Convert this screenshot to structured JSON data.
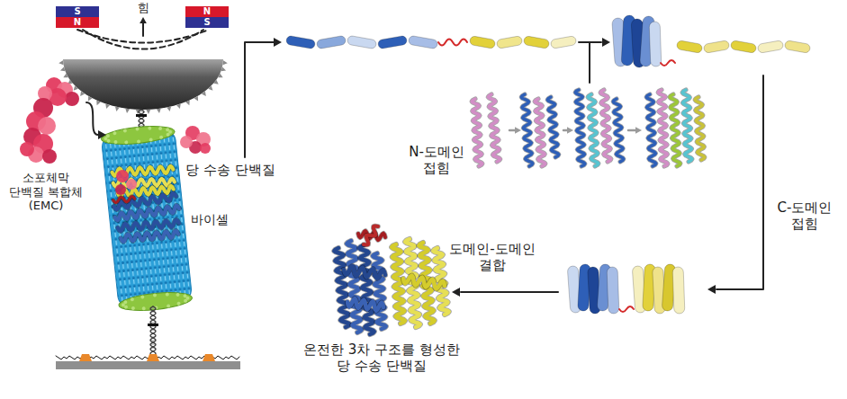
{
  "diagram": {
    "nodes": [
      {
        "text": [
          "소포체막 단백질 복합체 (EMC)"
        ]
      },
      {
        "text": [
          "당 수송 단백질"
        ]
      },
      {
        "text": [
          "바이셀"
        ]
      },
      {
        "text": [
          "N-도메인 접힘"
        ]
      },
      {
        "text": [
          "온전한 3차 구조를 형성한 당 수송 단백질"
        ]
      }
    ],
    "edges": [
      {
        "from": 0,
        "to": 1,
        "arrow": "to"
      }
    ],
    "labels": [
      "S",
      "N",
      "힘",
      "N",
      "S",
      "C-도메인 접힘",
      "도메인-도메인 결합"
    ]
  }
}
